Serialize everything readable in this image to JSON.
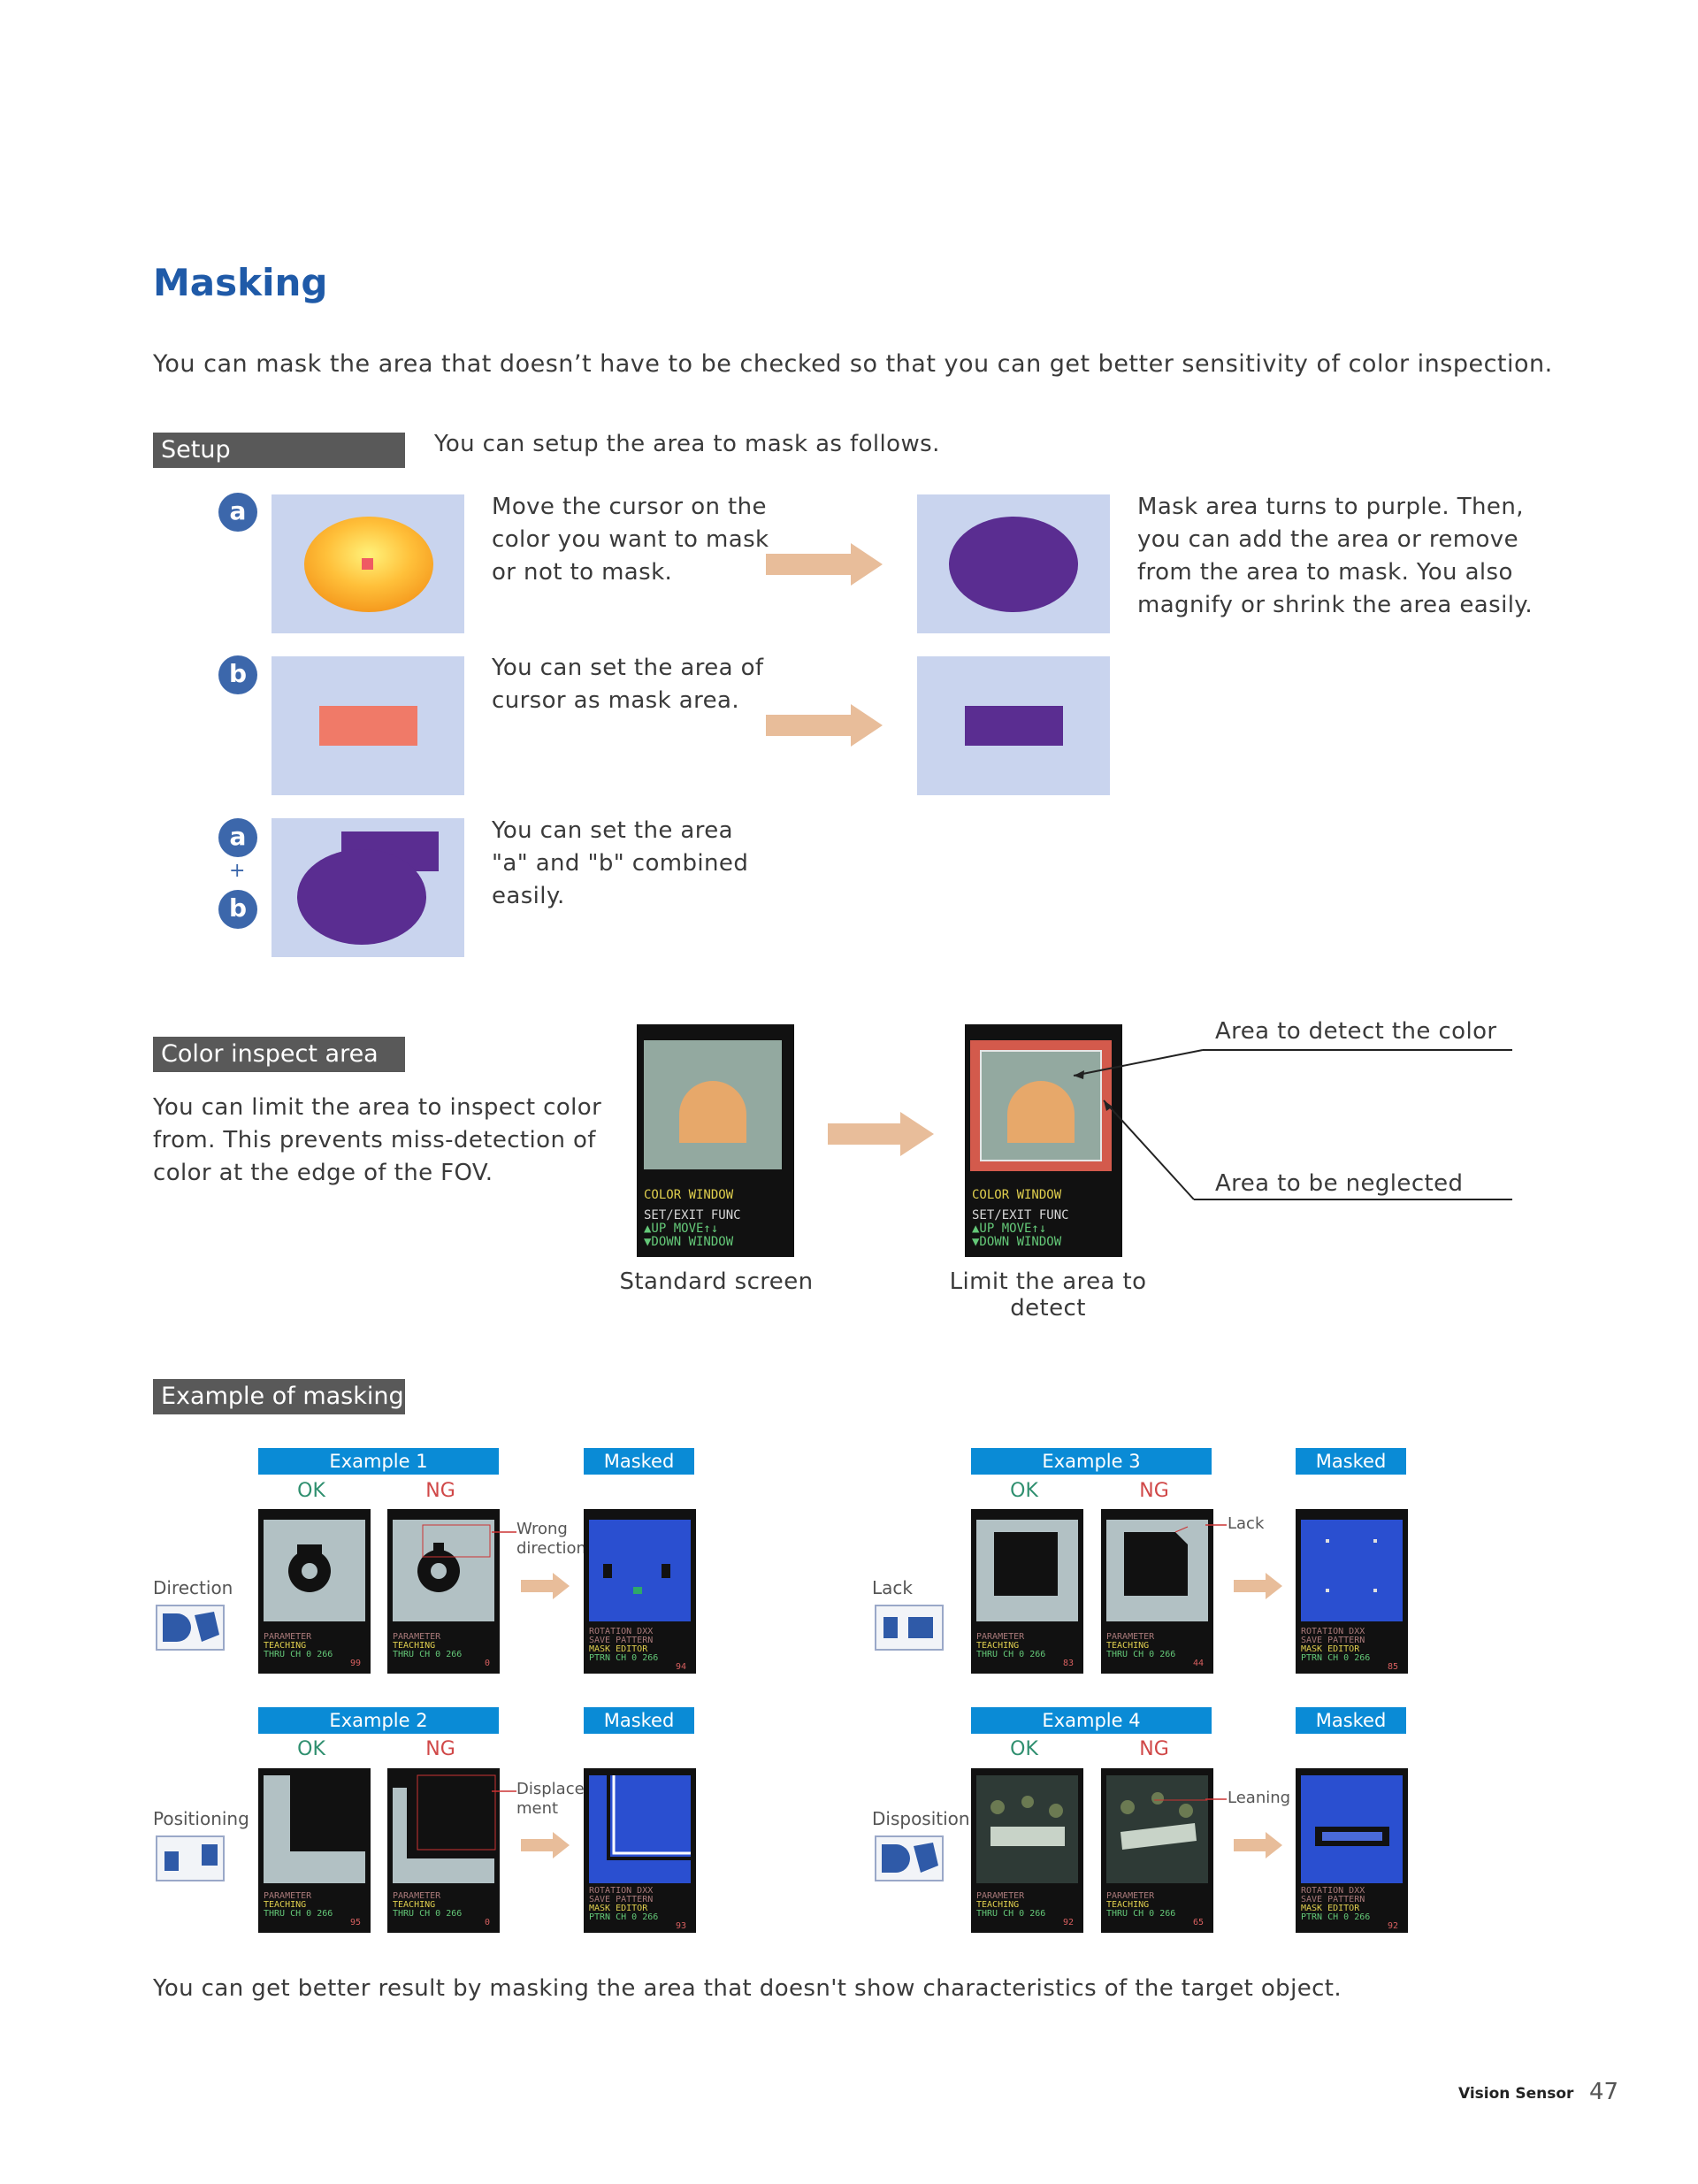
{
  "heading": "Masking",
  "intro": "You can mask the area that doesn’t have to be checked so that you can get better sensitivity of color inspection.",
  "setup": {
    "label": "Setup",
    "desc": "You can setup the area to mask as follows.",
    "row_a": {
      "badge": "a",
      "text": [
        "Move the cursor on the",
        "color you want to mask",
        "or not to mask."
      ],
      "result": [
        "Mask area turns to purple. Then,",
        "you can add the area or remove",
        "from the area to mask. You also",
        "magnify or shrink the area easily."
      ]
    },
    "row_b": {
      "badge": "b",
      "text": [
        "You can set the area of",
        "cursor as mask area."
      ]
    },
    "row_ab": {
      "badge_a": "a",
      "plus": "+",
      "badge_b": "b",
      "text": [
        "You can set the area",
        "\"a\" and \"b\" combined",
        "easily."
      ]
    }
  },
  "color_inspect": {
    "label": "Color inspect area",
    "text": [
      "You can limit the area to inspect color",
      "from. This prevents miss-detection of",
      "color at the edge of the FOV."
    ],
    "screen_lines": [
      "COLOR WINDOW",
      "SET/EXIT FUNC",
      "▲UP    MOVE↑↓",
      "▼DOWN  WINDOW"
    ],
    "caption_standard": "Standard screen",
    "caption_limit": "Limit the area to detect",
    "callout_detect": "Area to detect the color",
    "callout_neglect": "Area to be neglected"
  },
  "examples": {
    "label": "Example of masking",
    "ok": "OK",
    "ng": "NG",
    "masked": "Masked",
    "items": [
      {
        "title": "Example 1",
        "category": "Direction",
        "note": [
          "Wrong",
          "direction"
        ],
        "ok_val": "99",
        "ng_val": "0",
        "mask_val": "94"
      },
      {
        "title": "Example 2",
        "category": "Positioning",
        "note": [
          "Displace-",
          "ment"
        ],
        "ok_val": "95",
        "ng_val": "0",
        "mask_val": "93"
      },
      {
        "title": "Example 3",
        "category": "Lack",
        "note": [
          "Lack"
        ],
        "ok_val": "83",
        "ng_val": "44",
        "mask_val": "85"
      },
      {
        "title": "Example 4",
        "category": "Disposition",
        "note": [
          "Leaning"
        ],
        "ok_val": "92",
        "ng_val": "65",
        "mask_val": "92"
      }
    ],
    "scr_param": [
      "PARAMETER",
      "TEACHING",
      "THRU CH 0  266"
    ],
    "scr_mask": [
      "ROTATION  DXX",
      "SAVE PATTERN",
      "MASK EDITOR",
      "PTRN CH 0  266"
    ]
  },
  "conclusion": "You can get better result by masking the area that doesn't show characteristics of the target object.",
  "footer": {
    "brand": "Vision Sensor",
    "page": "47"
  },
  "colors": {
    "title_blue": "#1f5aa8",
    "label_gray": "#595959",
    "example_blue": "#0a8bd6",
    "mask_purple": "#5a2d91",
    "arrow_peach": "#e8bd9a"
  }
}
